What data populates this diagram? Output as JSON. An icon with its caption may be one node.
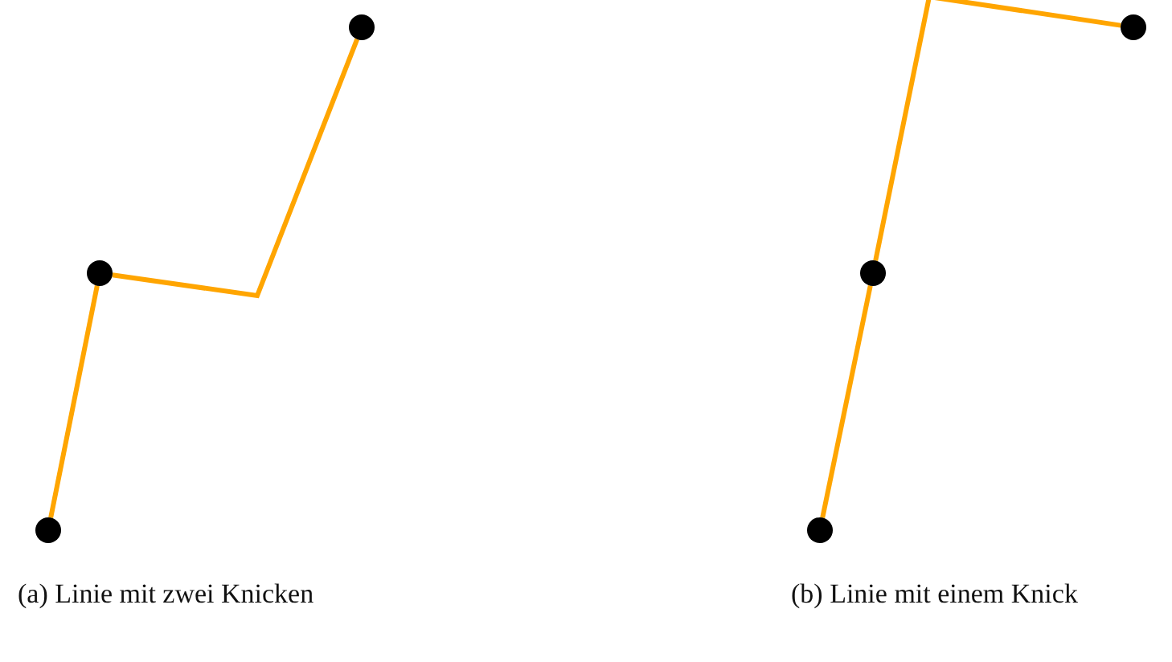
{
  "diagram": {
    "nodes": [
      {
        "text": [],
        "shape": "circle"
      },
      {
        "text": [],
        "shape": "circle"
      },
      {
        "text": [],
        "shape": "circle"
      },
      {
        "text": [],
        "shape": "circle"
      },
      {
        "text": [],
        "shape": "circle"
      },
      {
        "text": [],
        "shape": "circle"
      }
    ],
    "edges": [
      {
        "from": 0,
        "to": 1,
        "arrow": "none"
      },
      {
        "from": 1,
        "to": 2,
        "arrow": "none"
      },
      {
        "from": 3,
        "to": 4,
        "arrow": "none"
      },
      {
        "from": 4,
        "to": 5,
        "arrow": "none"
      }
    ],
    "labels": [
      "(a) Linie mit zwei Knicken",
      "(b) Linie mit einem Knick"
    ]
  }
}
